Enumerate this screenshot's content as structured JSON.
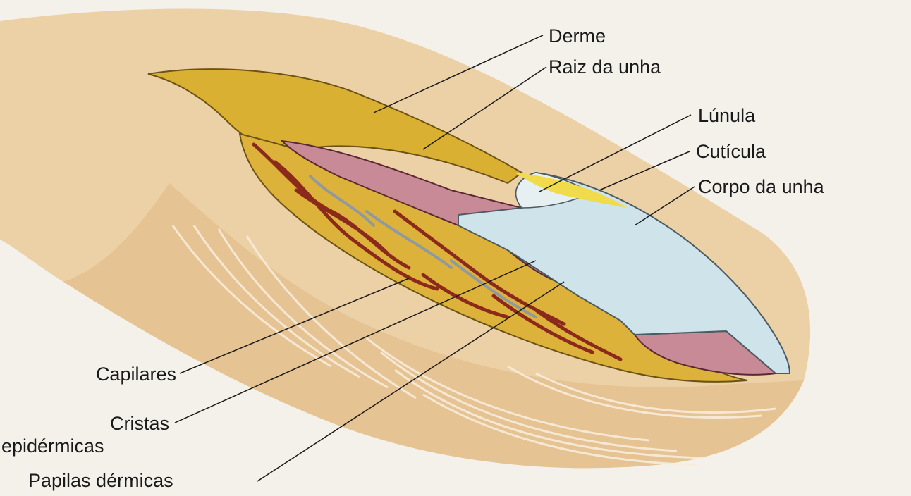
{
  "labels": {
    "derme": "Derme",
    "raiz": "Raiz da unha",
    "lunula": "Lúnula",
    "cuticula": "Cutícula",
    "corpo": "Corpo da unha",
    "capilares": "Capilares",
    "cristas_line1": "Cristas",
    "cristas_line2": "epidérmicas",
    "papilas": "Papilas dérmicas"
  },
  "colors": {
    "background": "#f4f1ea",
    "skin": "#ecd0a6",
    "skin_shadow": "#d9b585",
    "dermis": "#d9b032",
    "yellow_layer": "#f0dc4a",
    "nail": "#cfe3ea",
    "nail_root": "#c98a98",
    "capillaries": "#8b2a1c",
    "ridges": "#8f9aa0"
  }
}
